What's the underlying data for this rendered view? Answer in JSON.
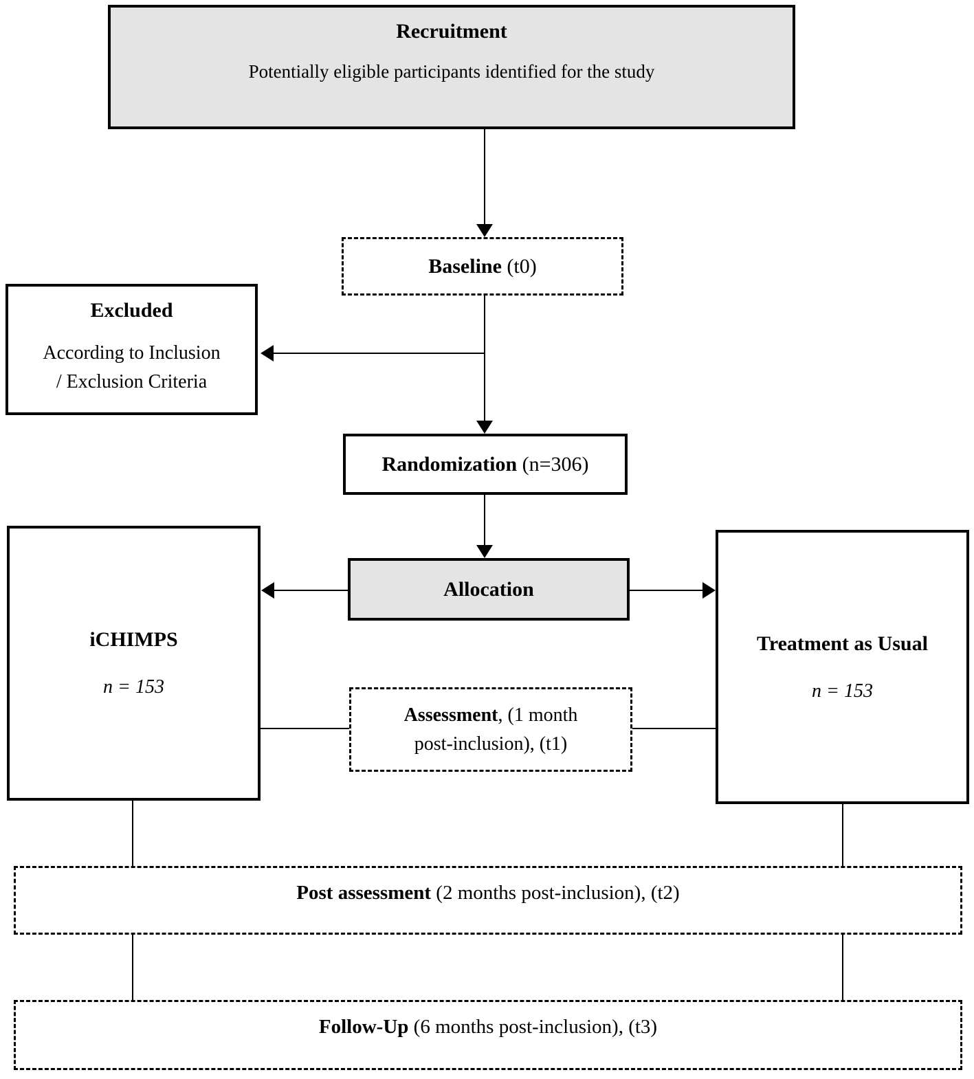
{
  "figure": {
    "nodes": {
      "recruitment": {
        "title": "Recruitment",
        "subtitle": "Potentially eligible participants identified for the study"
      },
      "baseline": {
        "bold": "Baseline",
        "rest": " (t0)"
      },
      "excluded": {
        "title": "Excluded",
        "line1": "According to Inclusion",
        "line2": "/ Exclusion Criteria"
      },
      "randomization": {
        "bold": "Randomization",
        "rest": " (n=306)"
      },
      "allocation": {
        "title": "Allocation"
      },
      "ichimps": {
        "title": "iCHIMPS",
        "n": "n = 153"
      },
      "treatment_as_usual": {
        "title": "Treatment as Usual",
        "n": "n = 153"
      },
      "assessment": {
        "bold": "Assessment",
        "rest_line1": ", (1 month",
        "line2": "post-inclusion), (t1)"
      },
      "post_assessment": {
        "bold": "Post assessment",
        "rest": " (2 months post-inclusion), (t2)"
      },
      "follow_up": {
        "bold": "Follow-Up",
        "rest": " (6 months post-inclusion), (t3)"
      }
    }
  },
  "colors": {
    "box_fill": "#e4e4e4",
    "line": "#000000",
    "background": "#ffffff"
  }
}
